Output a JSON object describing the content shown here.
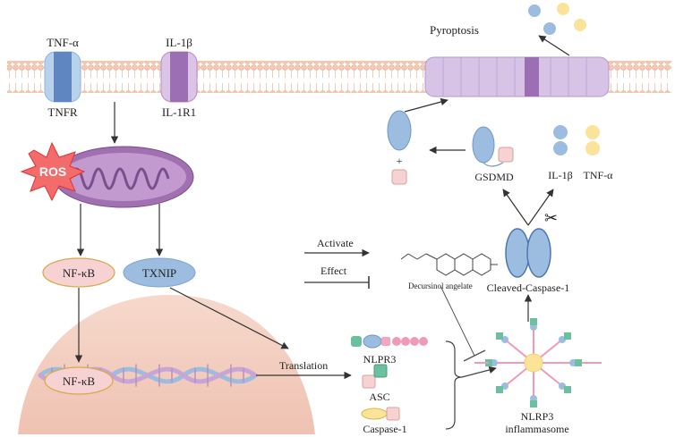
{
  "receptors": {
    "tnf_alpha": "TNF-α",
    "tnfr": "TNFR",
    "il1b": "IL-1β",
    "il1r1": "IL-1R1"
  },
  "pyroptosis": "Pyroptosis",
  "ros": "ROS",
  "nfkb": "NF-κB",
  "nfkb_nucleus": "NF-κB",
  "txnip": "TXNIP",
  "legend": {
    "activate": "Activate",
    "effect": "Effect"
  },
  "drug": "Decursinol angelate",
  "translation": "Translation",
  "components": {
    "nlrp3": "NLPR3",
    "asc": "ASC",
    "caspase1": "Caspase-1"
  },
  "inflammasome": {
    "line1": "NLRP3",
    "line2": "inflammasome"
  },
  "cleaved_caspase": "Cleaved-Caspase-1",
  "gsdmd": "GSDMD",
  "released": {
    "il1b": "IL-1β",
    "tnf": "TNF-α"
  },
  "plus": "+",
  "colors": {
    "membrane_head": "#f2c9b2",
    "receptor_blue": "#8eb4dc",
    "receptor_purple": "#b58cc4",
    "pore": "#d7c3e6",
    "mito": "#a070b0",
    "nucleus": "#f2cfc0",
    "nfkb_fill": "#f6d2d2",
    "txnip_fill": "#9dbde0",
    "yellow": "#fbe39a"
  }
}
